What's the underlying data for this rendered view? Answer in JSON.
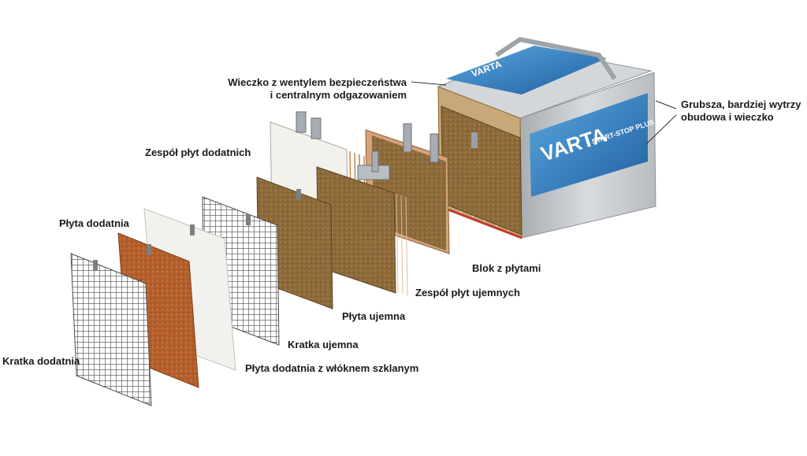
{
  "labels": {
    "lid": [
      "Wieczko z wentylem bezpieczeństwa",
      "i centralnym odgazowaniem"
    ],
    "casing": [
      "Grubsza, bardziej wytrzy",
      "obudowa i wieczko"
    ],
    "positive_group": "Zespół płyt dodatnich",
    "positive_plate": "Płyta dodatnia",
    "positive_grid": "Kratka dodatnia",
    "block": "Blok z płytami",
    "negative_group": "Zespół płyt ujemnych",
    "negative_plate": "Płyta ujemna",
    "negative_grid": "Kratka ujemna",
    "glass_plate": "Płyta dodatnia z włóknem szklanym"
  },
  "battery": {
    "brand": "VARTA",
    "badge": "START-STOP PLUS"
  },
  "colors": {
    "grid_wire": "#555555",
    "positive_plate": "#b8622e",
    "negative_plate": "#8c6a3c",
    "glass_mat": "#f1f1ee",
    "battery_blue": "#2f7fc4",
    "battery_case": "#c9ccd0"
  }
}
